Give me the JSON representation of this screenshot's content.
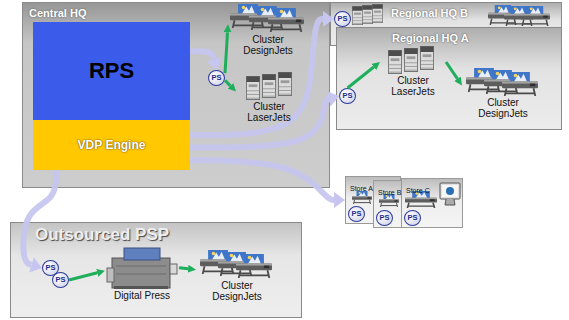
{
  "diagram": {
    "nodes": [
      {
        "text": [
          "Central HQ"
        ]
      },
      {
        "text": [
          "RPS"
        ],
        "in": 0
      },
      {
        "text": [
          "VDP Engine"
        ],
        "in": 0
      },
      {
        "text": [
          "PS"
        ],
        "in": 0
      },
      {
        "text": [
          "Cluster DesignJets"
        ],
        "in": 0
      },
      {
        "text": [
          "Cluster LaserJets"
        ],
        "in": 0
      },
      {
        "text": [
          "Regional HQ B"
        ]
      },
      {
        "text": [
          "PS"
        ],
        "in": 6
      },
      {
        "text": [
          "Regional HQ A"
        ]
      },
      {
        "text": [
          "PS"
        ],
        "in": 8
      },
      {
        "text": [
          "Cluster LaserJets"
        ],
        "in": 8
      },
      {
        "text": [
          "Cluster DesignJets"
        ],
        "in": 8
      },
      {
        "text": [
          "Store A"
        ]
      },
      {
        "text": [
          "PS"
        ],
        "in": 12
      },
      {
        "text": [
          "Store B"
        ]
      },
      {
        "text": [
          "PS"
        ],
        "in": 14
      },
      {
        "text": [
          "Store C"
        ]
      },
      {
        "text": [
          "PS"
        ],
        "in": 16
      },
      {
        "text": [
          "Outsourced PSP"
        ]
      },
      {
        "text": [
          "PS"
        ],
        "in": 18
      },
      {
        "text": [
          "PS"
        ],
        "in": 18
      },
      {
        "text": [
          "Digital Press"
        ],
        "in": 18
      },
      {
        "text": [
          "Cluster DesignJets"
        ],
        "in": 18
      }
    ],
    "edges": [
      {
        "from": 3,
        "to": 4,
        "arrow": "to"
      },
      {
        "from": 3,
        "to": 5,
        "arrow": "to"
      },
      {
        "from": 9,
        "to": 10,
        "arrow": "to"
      },
      {
        "from": 10,
        "to": 11,
        "arrow": "to"
      },
      {
        "from": 20,
        "to": 21,
        "arrow": "to"
      },
      {
        "from": 21,
        "to": 22,
        "arrow": "to"
      },
      {
        "from": 1,
        "to": 3,
        "arrow": "to"
      },
      {
        "from": 2,
        "to": 7,
        "arrow": "to"
      },
      {
        "from": 2,
        "to": 9,
        "arrow": "to"
      },
      {
        "from": 2,
        "to": 12,
        "arrow": "to"
      },
      {
        "from": 2,
        "to": 19,
        "arrow": "to"
      }
    ]
  }
}
